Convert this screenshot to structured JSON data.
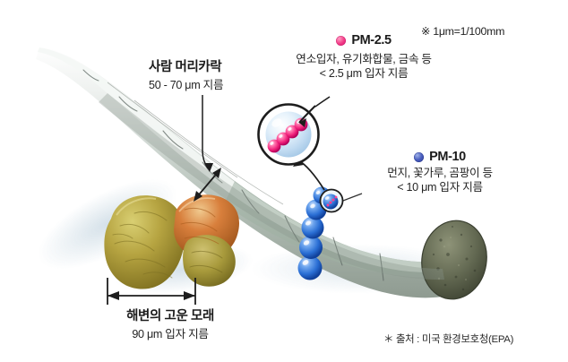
{
  "figure": {
    "kind": "particulate-matter-size-comparison-infographic",
    "background_color": "#ffffff"
  },
  "unit_note": "※ 1μm=1/100mm",
  "hair": {
    "title": "사람 머리카락",
    "subtitle": "50 - 70 μm 지름",
    "dimension_arrow": "double-headed-arrow"
  },
  "pm25": {
    "marker_color": "#ef3b87",
    "label": "PM-2.5",
    "description": "연소입자, 유기화합물, 금속 등",
    "size": "< 2.5 μm 입자 지름"
  },
  "pm10": {
    "marker_color": "#3f51ab",
    "label": "PM-10",
    "description": "먼지, 꽃가루, 곰팡이 등",
    "size": "< 10 μm 입자 지름"
  },
  "sand": {
    "title": "해변의 고운 모래",
    "subtitle": "90 μm 입자 지름",
    "dimension_arrow": "double-headed-arrow"
  },
  "source": "＊ 출처 : 미국 환경보호청(EPA)",
  "colors": {
    "pink_particle": "#ef3b87",
    "blue_particle": "#2f6fd6",
    "hair_body": "#cfd6d2",
    "hair_cross_section": "#5d6350",
    "sand_grain": "#b2a144",
    "shadow": "#dde6ec",
    "text": "#1a1a1a"
  }
}
